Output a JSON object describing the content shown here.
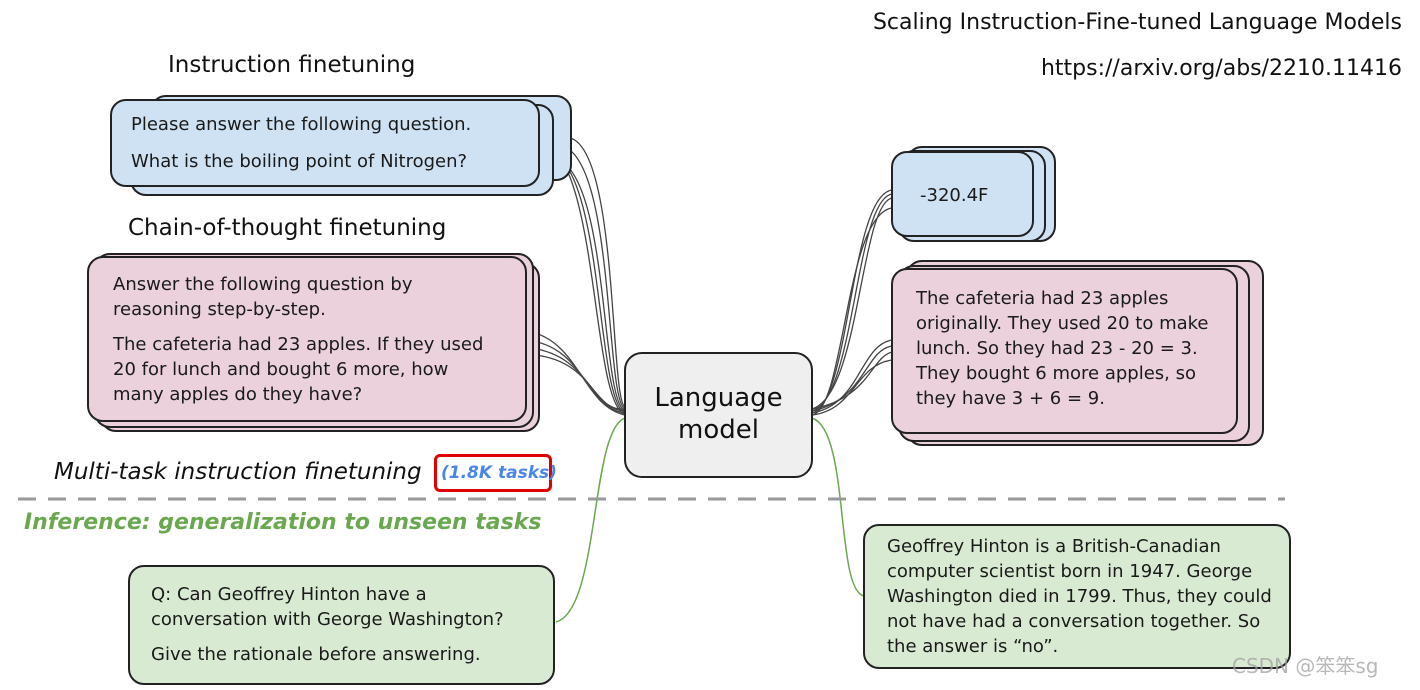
{
  "header": {
    "title": "Scaling Instruction-Fine-tuned Language Models",
    "url": "https://arxiv.org/abs/2210.11416"
  },
  "training": {
    "instruction": {
      "label": "Instruction finetuning",
      "input_lines": [
        "Please answer the following question.",
        "What is the boiling point of Nitrogen?"
      ],
      "output": "-320.4F"
    },
    "cot": {
      "label": "Chain-of-thought finetuning",
      "input_instruction": "Answer the following question by reasoning step-by-step.",
      "input_question": "The cafeteria had 23 apples. If they used 20 for lunch and bought 6 more, how many apples do they have?",
      "output": "The cafeteria had 23 apples originally. They used 20 to make lunch. So they had 23 - 20 = 3. They bought 6 more apples, so they have 3 + 6 = 9."
    },
    "multitask_label": "Multi-task instruction finetuning",
    "tasks_badge": "(1.8K tasks)"
  },
  "model": {
    "label_line1": "Language",
    "label_line2": "model"
  },
  "inference": {
    "label": "Inference: generalization to unseen tasks",
    "input_question": "Q: Can Geoffrey Hinton have a conversation with George Washington?",
    "input_instruction": "Give the rationale before answering.",
    "output": "Geoffrey Hinton is a British-Canadian computer scientist born in 1947. George Washington died in 1799. Thus, they could not have had a conversation together. So the answer is “no”."
  },
  "watermark": "CSDN @笨笨sg",
  "colors": {
    "blue_card": "#cfe2f3",
    "pink_card": "#ead1dc",
    "green_card": "#d9ead3",
    "model_card": "#efefef",
    "inference_green": "#6aa84f",
    "badge_blue": "#4a86e8",
    "highlight_red": "#e00000"
  }
}
